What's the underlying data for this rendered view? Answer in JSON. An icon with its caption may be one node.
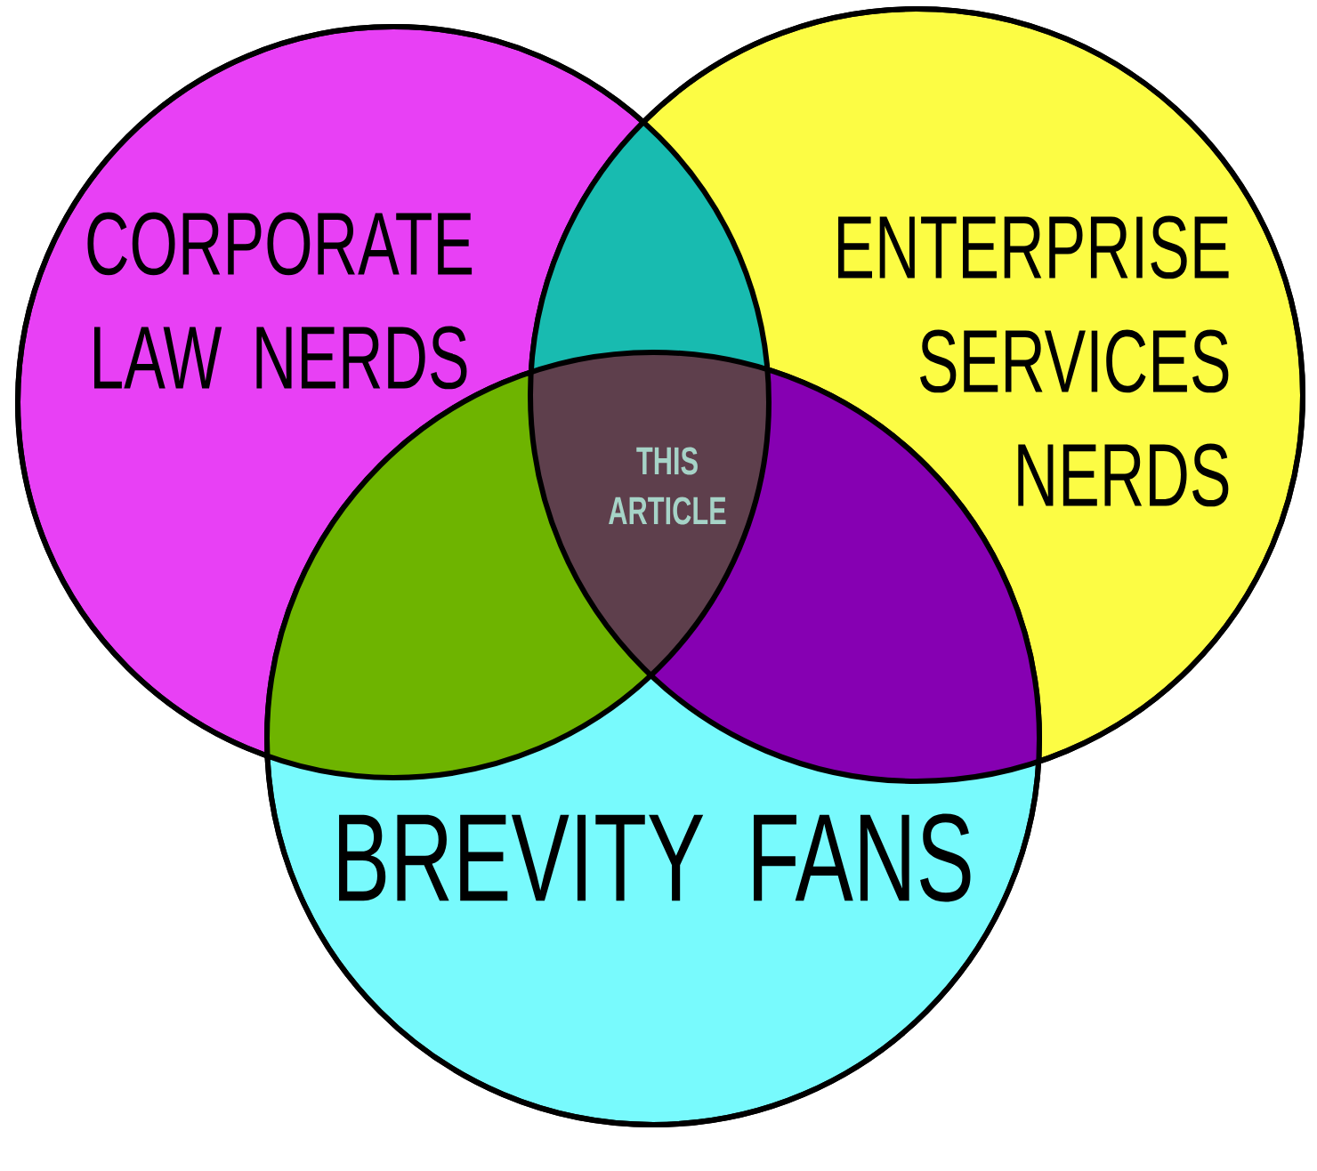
{
  "diagram": {
    "nodes": [
      {
        "text": [
          "CORPORATE LAW NERDS"
        ]
      },
      {
        "text": [
          "ENTERPRISE SERVICES NERDS"
        ]
      },
      {
        "text": [
          "BREVITY FANS"
        ]
      },
      {
        "text": [
          "THIS ARTICLE"
        ]
      }
    ]
  }
}
